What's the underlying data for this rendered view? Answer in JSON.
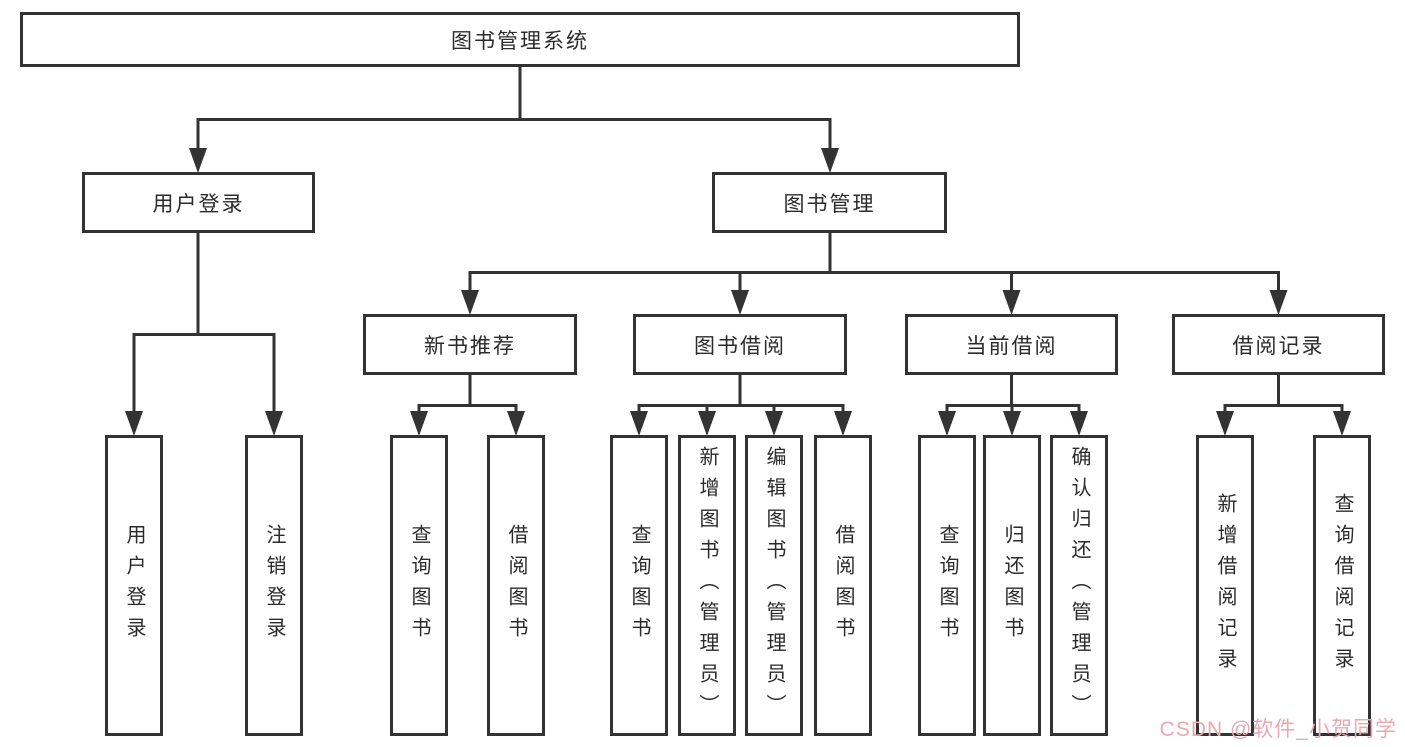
{
  "tree": {
    "root": "图书管理系统",
    "children": [
      {
        "label": "用户登录",
        "children": [
          "用户登录",
          "注销登录"
        ]
      },
      {
        "label": "图书管理",
        "children": [
          {
            "label": "新书推荐",
            "children": [
              "查询图书",
              "借阅图书"
            ]
          },
          {
            "label": "图书借阅",
            "children": [
              "查询图书",
              "新增图书（管理员）",
              "编辑图书（管理员）",
              "借阅图书"
            ]
          },
          {
            "label": "当前借阅",
            "children": [
              "查询图书",
              "归还图书",
              "确认归还（管理员）"
            ]
          },
          {
            "label": "借阅记录",
            "children": [
              "新增借阅记录",
              "查询借阅记录"
            ]
          }
        ]
      }
    ]
  },
  "watermark": {
    "text": "CSDN @软件_小贺同学",
    "color": "#e8aab0"
  },
  "colors": {
    "line": "#333333",
    "box_border": "#333333",
    "text": "#2b2b2b",
    "background": "#ffffff"
  }
}
